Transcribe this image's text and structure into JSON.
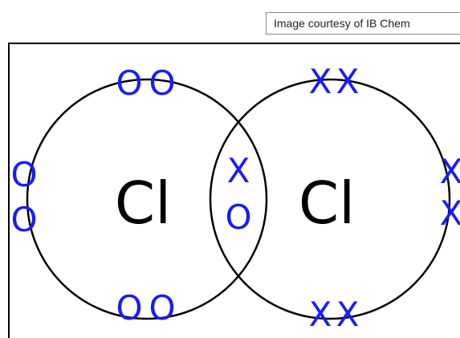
{
  "caption": "Image courtesy of IB Chem",
  "atoms": [
    {
      "symbol": "Cl"
    },
    {
      "symbol": "Cl"
    }
  ],
  "electron_symbols": {
    "left_atom": "O",
    "right_atom": "X"
  },
  "colors": {
    "electrons": "#1a1aff",
    "outline": "#000000",
    "frame": "#000000",
    "symbol_text": "#000000"
  }
}
